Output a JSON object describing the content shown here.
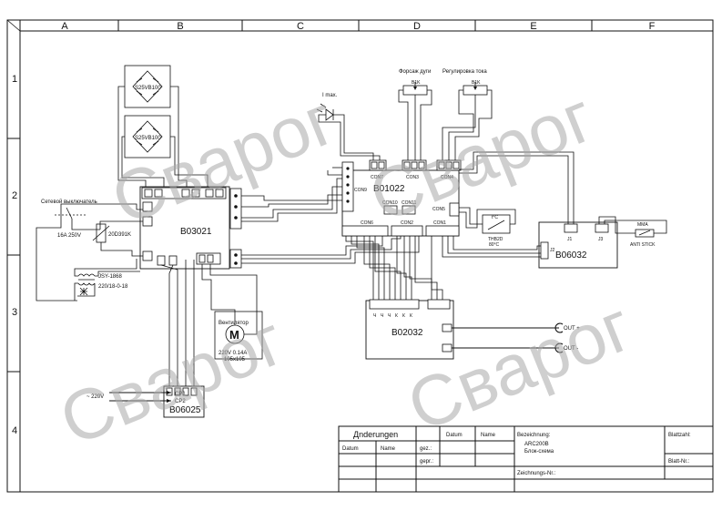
{
  "grid": {
    "columns": [
      "A",
      "B",
      "C",
      "D",
      "E",
      "F"
    ],
    "rows": [
      "1",
      "2",
      "3",
      "4"
    ]
  },
  "watermark": "Сварог",
  "blocks": {
    "b01022": "B01022",
    "b03021": "B03021",
    "b06032": "B06032",
    "b02032": "B02032",
    "b06025": "B06025"
  },
  "connectors": {
    "con7": "CON7",
    "con3": "CON3",
    "con4": "CON4",
    "con9": "CON9",
    "con10": "CON10",
    "con11": "CON11",
    "con5": "CON5",
    "con6": "CON6",
    "con2": "CON2",
    "con1": "CON1",
    "j1": "J1",
    "j2": "J2",
    "j3": "J3",
    "cp1": "CP1",
    "cp2": "CP2",
    "out_plus": "OUT +",
    "out_minus": "OUT -"
  },
  "components": {
    "bridge1": "S25VB100",
    "bridge2": "S25VB100",
    "lamp": "I max.",
    "pot1_title": "Форсаж дуги",
    "pot1": "B1K",
    "pot2_title": "Регулировка тока",
    "pot2": "B1K",
    "switch_title": "Сетевой выключатель",
    "fuse": "16A 250V",
    "varistor": "20D391K",
    "transformer1": "JSY-1868",
    "transformer2": "220/18-0-18",
    "fan_title": "Вентилятор",
    "fan_spec1": "220V 0.14A",
    "fan_spec2": "105x105",
    "thermo1": "t°C",
    "thermo2": "THB2D",
    "thermo3": "80°C",
    "mma": "MMA",
    "anti_stick": "ANTI STICK",
    "mains": "~ 220V",
    "b02032_pins": [
      "Ч",
      "Ч",
      "Ч",
      "К",
      "К",
      "К"
    ]
  },
  "title_block": {
    "changes": "Дnderungen",
    "datum": "Datum",
    "name": "Name",
    "gez": "gez.:",
    "gepr": "gepr.:",
    "bezeichnung": "Bezeichnung:",
    "model": "ARC200B",
    "desc": "Блок-схема",
    "zeichnungs": "Zeichnungs-Nr.:",
    "blattzahl": "Blattzahl:",
    "blatt_nr": "Blatt-Nr.:"
  }
}
